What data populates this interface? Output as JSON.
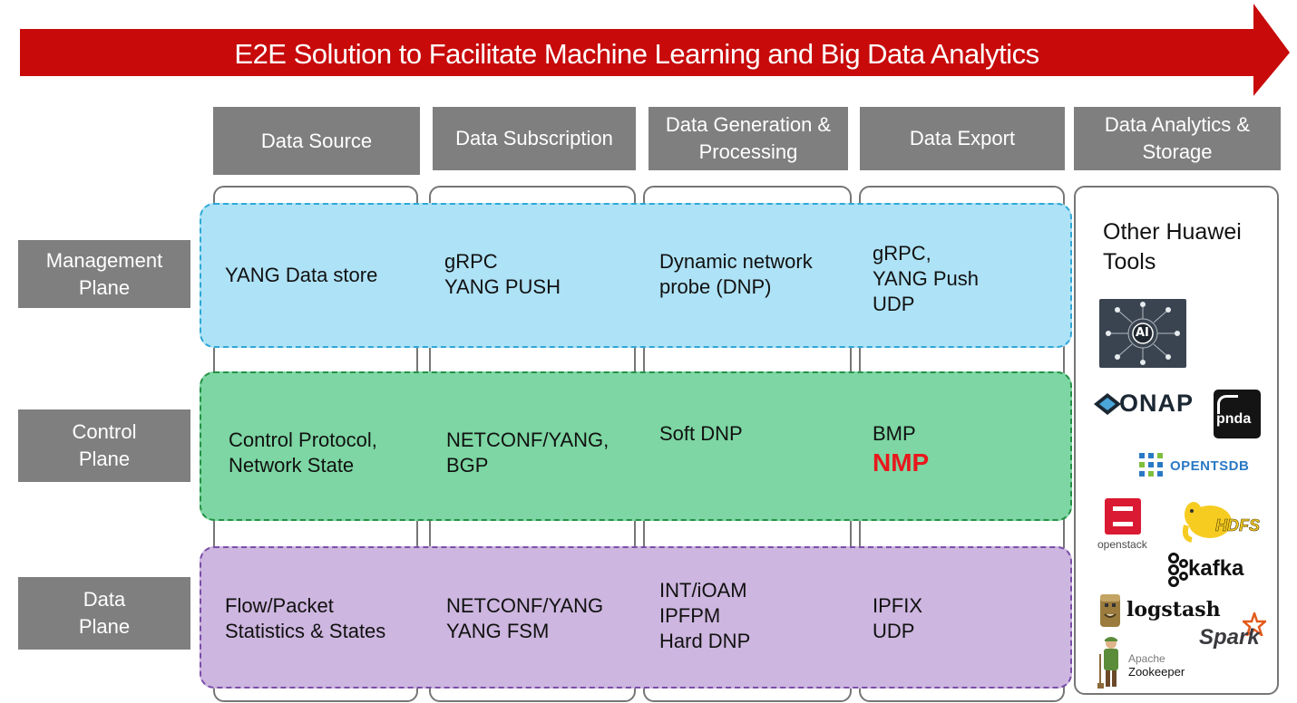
{
  "banner": {
    "title": "E2E Solution to Facilitate Machine Learning and Big Data Analytics",
    "color": "#c80a0a"
  },
  "columns": [
    {
      "label": "Data Source"
    },
    {
      "label": "Data Subscription"
    },
    {
      "label": "Data Generation &\nProcessing"
    },
    {
      "label": "Data Export"
    },
    {
      "label": "Data Analytics &\nStorage"
    }
  ],
  "rows": [
    {
      "label": "Management\nPlane",
      "color": "#aee2f6",
      "border": "#2ea8d7"
    },
    {
      "label": "Control\nPlane",
      "color": "#7dd6a3",
      "border": "#259146"
    },
    {
      "label": "Data\nPlane",
      "color": "#cdb6df",
      "border": "#7b4ea8"
    }
  ],
  "cells": {
    "mgmt": {
      "source": "YANG Data store",
      "subscription": "gRPC\nYANG PUSH",
      "processing": "Dynamic network\nprobe (DNP)",
      "export": "gRPC,\nYANG Push\nUDP"
    },
    "control": {
      "source": "Control Protocol,\nNetwork State",
      "subscription": "NETCONF/YANG,\nBGP",
      "processing": "Soft DNP",
      "export": "BMP",
      "export_highlight": "NMP"
    },
    "data": {
      "source": "Flow/Packet\nStatistics & States",
      "subscription": "NETCONF/YANG\nYANG FSM",
      "processing": "INT/iOAM\nIPFPM\nHard DNP",
      "export": "IPFIX\nUDP"
    }
  },
  "tools": {
    "title": "Other Huawei\nTools",
    "logos": {
      "ai": "AI",
      "onap": "ONAP",
      "pnda": "pnda",
      "opentsdb": "OPENTSDB",
      "openstack": "openstack",
      "hdfs": "HDFS",
      "kafka": "kafka",
      "logstash": "logstash",
      "spark": "Spark",
      "apache": "Apache",
      "zookeeper": "Zookeeper"
    }
  }
}
